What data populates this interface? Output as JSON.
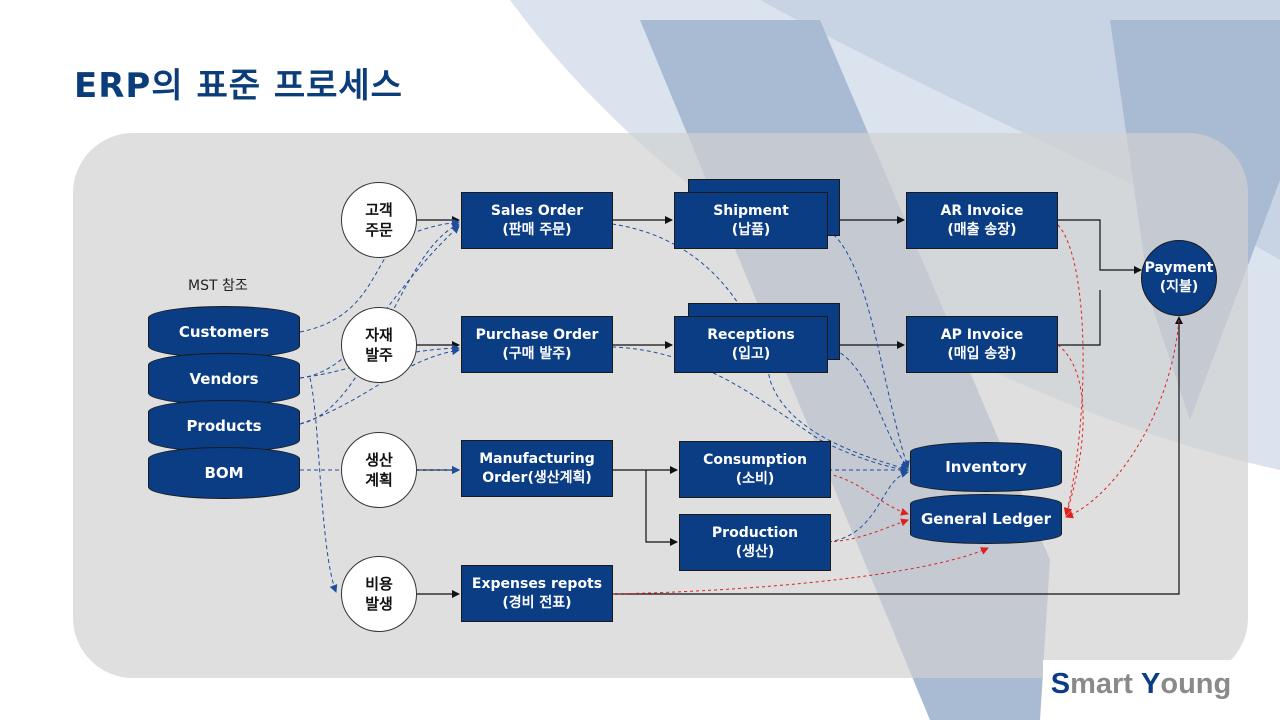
{
  "title": "ERP의 표준 프로세스",
  "mst_label": "MST 참조",
  "master_data": [
    "Customers",
    "Vendors",
    "Products",
    "BOM"
  ],
  "triggers": [
    {
      "line1": "고객",
      "line2": "주문"
    },
    {
      "line1": "자재",
      "line2": "발주"
    },
    {
      "line1": "생산",
      "line2": "계획"
    },
    {
      "line1": "비용",
      "line2": "발생"
    }
  ],
  "orders": [
    {
      "line1": "Sales Order",
      "line2": "(판매 주문)"
    },
    {
      "line1": "Purchase Order",
      "line2": "(구매 발주)"
    },
    {
      "line1": "Manufacturing",
      "line2": "Order(생산계획)"
    },
    {
      "line1": "Expenses repots",
      "line2": "(경비 전표)"
    }
  ],
  "executions": [
    {
      "line1": "Shipment",
      "line2": "(납품)"
    },
    {
      "line1": "Receptions",
      "line2": "(입고)"
    },
    {
      "line1": "Consumption",
      "line2": "(소비)"
    },
    {
      "line1": "Production",
      "line2": "(생산)"
    }
  ],
  "invoices": [
    {
      "line1": "AR Invoice",
      "line2": "(매출 송장)"
    },
    {
      "line1": "AP Invoice",
      "line2": "(매입 송장)"
    }
  ],
  "ledgers": {
    "inventory": "Inventory",
    "general_ledger": "General Ledger"
  },
  "payment": {
    "line1": "Payment",
    "line2": "(지불)"
  },
  "logo": {
    "first_cap": "S",
    "first_rest": "mart ",
    "second_cap": "Y",
    "second_rest": "oung"
  },
  "colors": {
    "brand": "#0b3d84",
    "title": "#0a3d7a",
    "flow": "#1a1a1a",
    "master_link": "#1f4e9c",
    "ledger_link": "#e02020"
  }
}
